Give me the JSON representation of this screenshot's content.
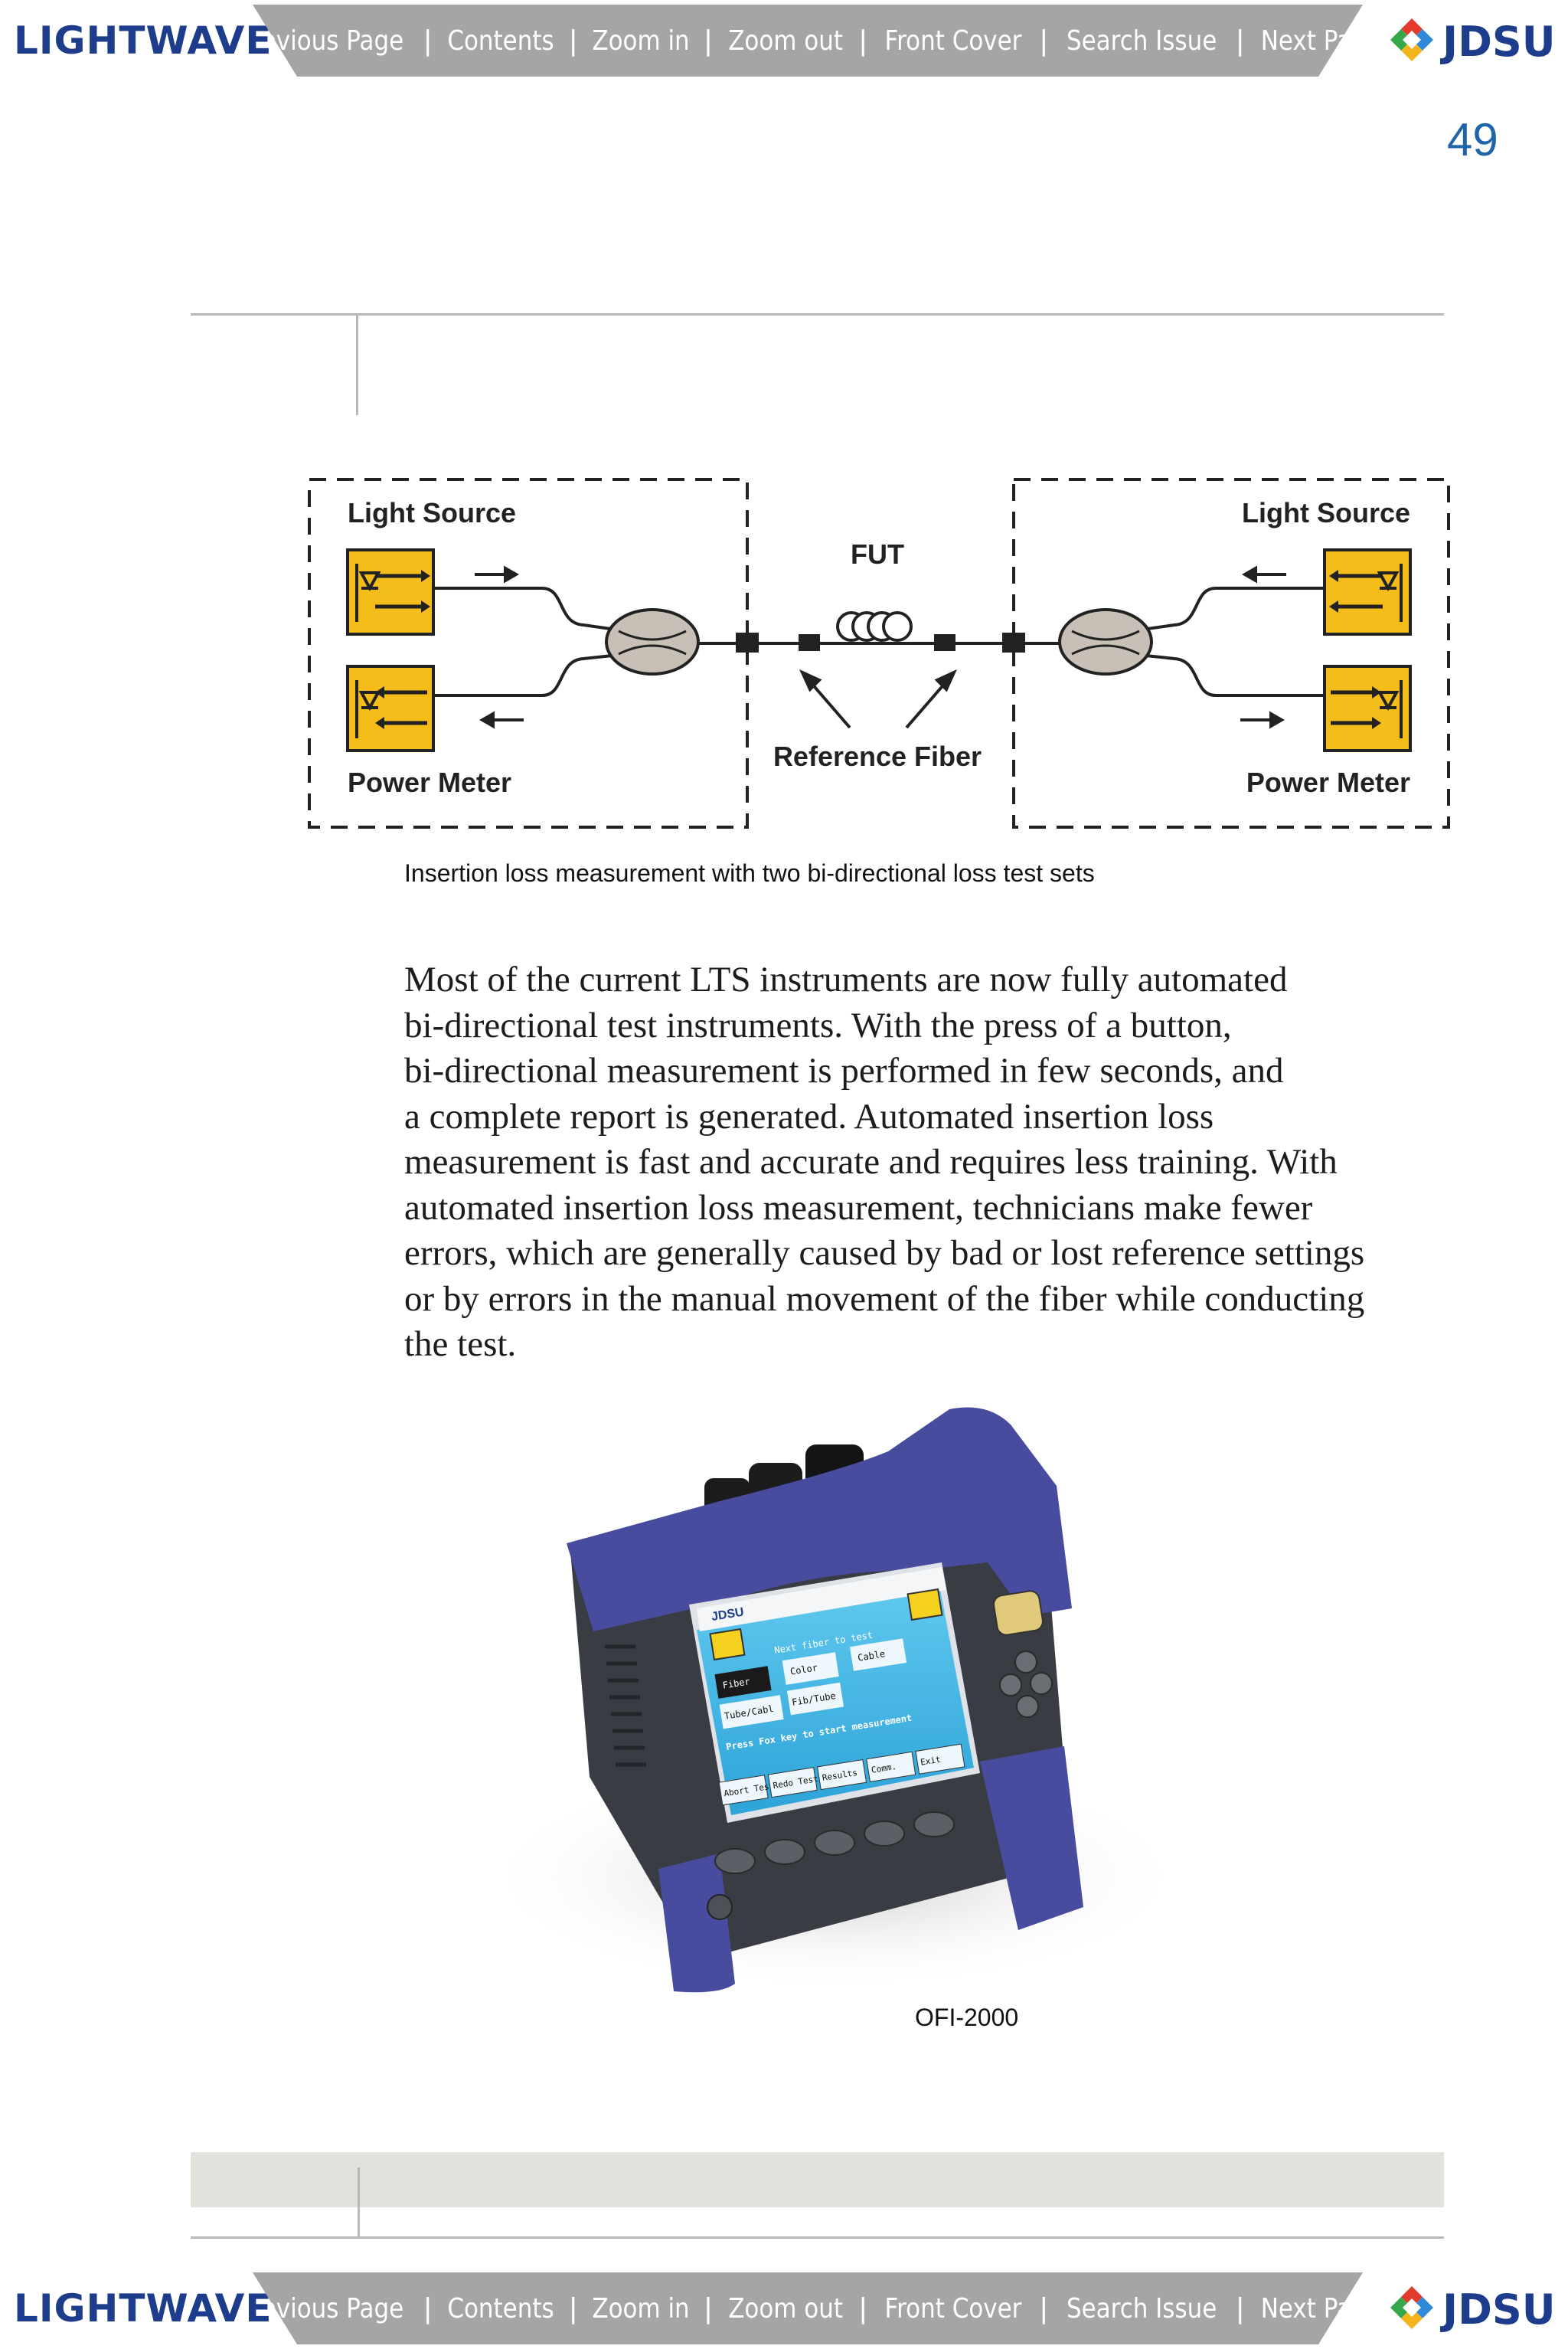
{
  "nav": {
    "brand": "LIGHTWAVE",
    "items": [
      "Previous Page",
      "Contents",
      "Zoom in",
      "Zoom out",
      "Front Cover",
      "Search Issue",
      "Next Page"
    ],
    "logo_text": "JDSU"
  },
  "page": {
    "number": "49"
  },
  "diagram": {
    "left_top_label": "Light Source",
    "left_bottom_label": "Power Meter",
    "right_top_label": "Light Source",
    "right_bottom_label": "Power Meter",
    "center_label": "FUT",
    "reference_label": "Reference Fiber",
    "caption": "Insertion loss measurement with two bi-directional loss test sets"
  },
  "body_lines": [
    "Most of the current LTS instruments are now fully automated",
    "bi-directional test instruments. With the press of a button,",
    "bi-directional measurement is performed in few seconds, and",
    "a complete report is generated. Automated insertion loss",
    "measurement is fast and accurate and requires less training. With",
    "automated insertion loss measurement, technicians make fewer",
    "errors, which are generally caused by bad or lost reference settings",
    "or by errors in the manual movement of the fiber while conducting",
    "the test."
  ],
  "photo": {
    "caption": "OFI-2000",
    "screen": {
      "brand": "JDSU",
      "banner": "Next fiber to test",
      "fields": [
        "Fiber",
        "Color",
        "Cable",
        "Tube/Cabl",
        "Fib/Tube"
      ],
      "prompt": "Press Fox key to start measurement",
      "softkeys": [
        "Abort Test",
        "Redo Test",
        "Results",
        "Comm.",
        "Exit"
      ]
    }
  },
  "colors": {
    "brand_blue": "#1d3d8c",
    "nav_gray": "#a5a5a5",
    "page_number_blue": "#1f64a8",
    "module_yellow": "#f5bd1a",
    "footer_band": "#e3e1dc"
  }
}
